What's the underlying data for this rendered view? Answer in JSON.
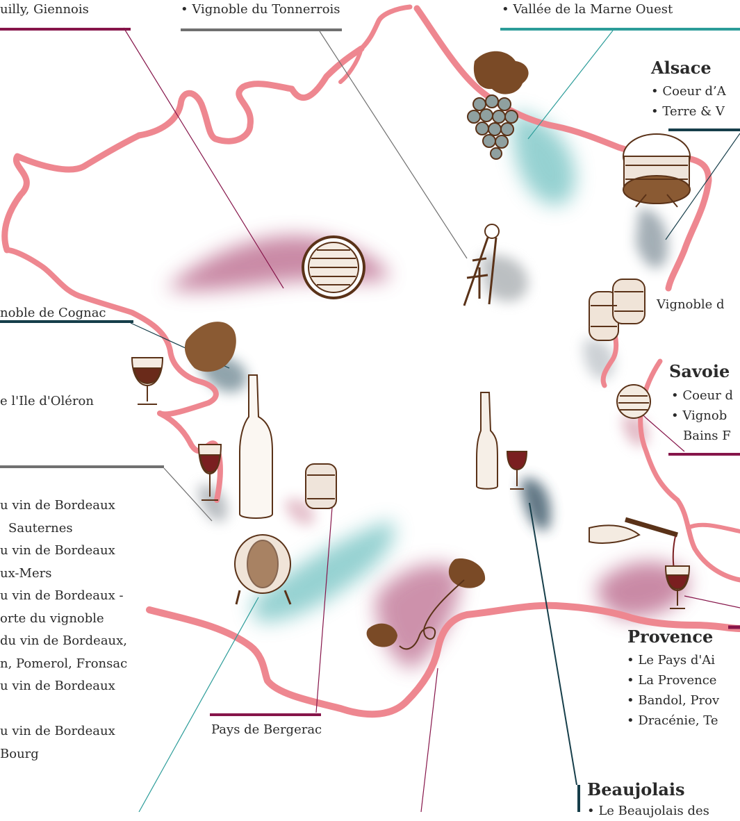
{
  "labels": {
    "tl_top": "uilly, Giennois",
    "tonnerrois": "• Vignoble du Tonnerrois",
    "marne": "• Vallée de la Marne Ouest",
    "cognac": "noble de Cognac",
    "oleron": "e l'Ile d'Oléron",
    "vignoble_right": "Vignoble d",
    "bergerac": "Pays de Bergerac"
  },
  "alsace": {
    "title": "Alsace",
    "items": [
      "• Coeur d’A",
      "• Terre & V"
    ]
  },
  "savoie": {
    "title": "Savoie",
    "items": [
      "• Coeur d",
      "• Vignob",
      "Bains F"
    ]
  },
  "provence": {
    "title": "Provence",
    "items": [
      "• Le Pays d'Ai",
      "• La Provence",
      "• Bandol, Prov",
      "• Dracénie, Te"
    ]
  },
  "beaujolais": {
    "title": "Beaujolais",
    "items": [
      "• Le Beaujolais des"
    ]
  },
  "bordeaux": {
    "lines": [
      "u vin de Bordeaux",
      "Sauternes",
      "u vin de Bordeaux",
      "ux-Mers",
      "u vin de Bordeaux -",
      "orte du vignoble",
      "du vin de Bordeaux,",
      "n, Pomerol, Fronsac",
      "u vin de Bordeaux",
      "",
      "u vin de Bordeaux",
      "Bourg"
    ]
  },
  "colors": {
    "outline": "#ee8790",
    "burgundy": "#86154a",
    "teal": "#2b9c99",
    "gray": "#707070",
    "navy": "#163e4a",
    "ink": "#6a3a1d"
  }
}
